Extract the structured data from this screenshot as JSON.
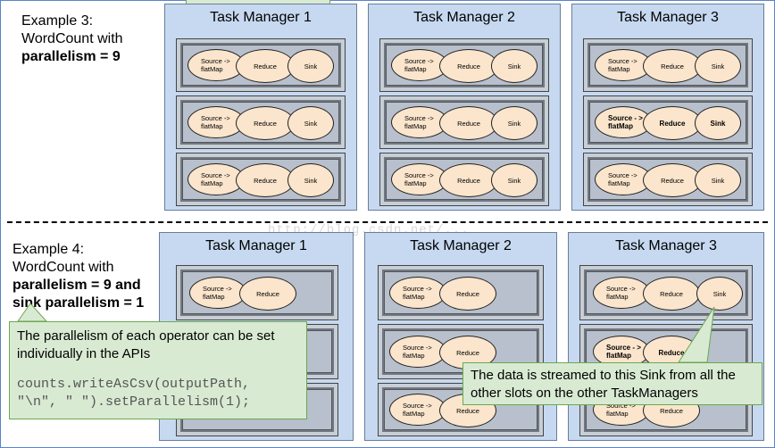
{
  "example3": {
    "title": "Example 3:",
    "line2": "WordCount with",
    "line3": "parallelism = 9"
  },
  "example4": {
    "title": "Example 4:",
    "line2": "WordCount with",
    "line3": "parallelism = 9 and",
    "line4": "sink parallelism = 1"
  },
  "task_managers": {
    "tm1": "Task Manager 1",
    "tm2": "Task Manager 2",
    "tm3": "Task Manager 3"
  },
  "operators": {
    "source": "Source -> flatMap",
    "source_bold": "Source - > flatMap",
    "reduce": "Reduce",
    "sink": "Sink"
  },
  "note_left": {
    "text": "The parallelism of each operator can be set individually in the APIs",
    "code_line1": "counts.writeAsCsv(outputPath,",
    "code_line2": "\"\\n\", \" \").setParallelism(1);"
  },
  "note_right": {
    "text": "The data is streamed to this Sink from all the other slots on the other TaskManagers"
  },
  "watermark": "http://blog.csdn.net/..."
}
